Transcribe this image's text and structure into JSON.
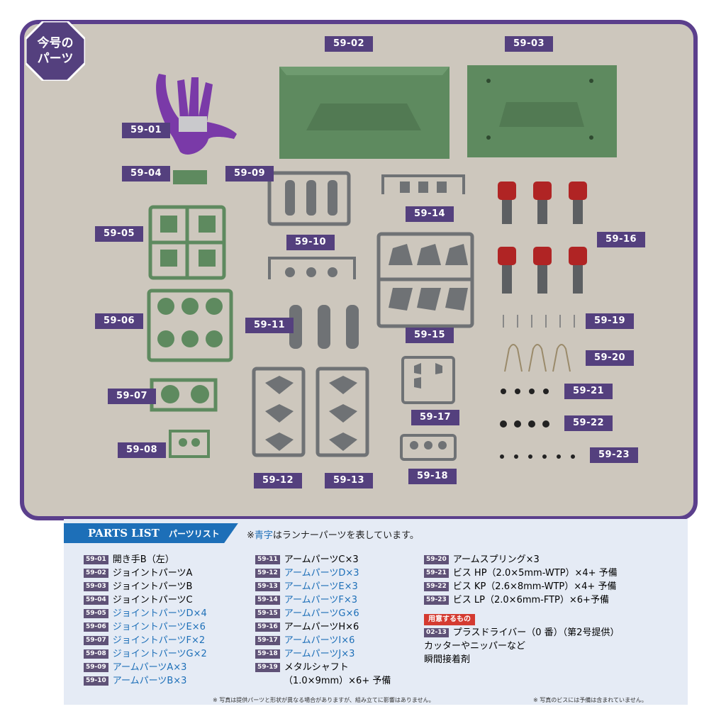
{
  "badge": {
    "line1": "今号の",
    "line2": "パーツ"
  },
  "photo_tags": [
    {
      "id": "59-01"
    },
    {
      "id": "59-02"
    },
    {
      "id": "59-03"
    },
    {
      "id": "59-04"
    },
    {
      "id": "59-05"
    },
    {
      "id": "59-06"
    },
    {
      "id": "59-07"
    },
    {
      "id": "59-08"
    },
    {
      "id": "59-09"
    },
    {
      "id": "59-10"
    },
    {
      "id": "59-11"
    },
    {
      "id": "59-12"
    },
    {
      "id": "59-13"
    },
    {
      "id": "59-14"
    },
    {
      "id": "59-15"
    },
    {
      "id": "59-16"
    },
    {
      "id": "59-17"
    },
    {
      "id": "59-18"
    },
    {
      "id": "59-19"
    },
    {
      "id": "59-20"
    },
    {
      "id": "59-21"
    },
    {
      "id": "59-22"
    },
    {
      "id": "59-23"
    }
  ],
  "parts_list": {
    "heading_en": "PARTS LIST",
    "heading_jp": "パーツリスト",
    "note_prefix": "※",
    "note_blue": "青字",
    "note_rest": "はランナーパーツを表しています。",
    "col1": [
      {
        "code": "59-01",
        "text": "開き手B（左）",
        "blue": false
      },
      {
        "code": "59-02",
        "text": "ジョイントパーツA",
        "blue": false
      },
      {
        "code": "59-03",
        "text": "ジョイントパーツB",
        "blue": false
      },
      {
        "code": "59-04",
        "text": "ジョイントパーツC",
        "blue": false
      },
      {
        "code": "59-05",
        "text": "ジョイントパーツD×4",
        "blue": true
      },
      {
        "code": "59-06",
        "text": "ジョイントパーツE×6",
        "blue": true
      },
      {
        "code": "59-07",
        "text": "ジョイントパーツF×2",
        "blue": true
      },
      {
        "code": "59-08",
        "text": "ジョイントパーツG×2",
        "blue": true
      },
      {
        "code": "59-09",
        "text": "アームパーツA×3",
        "blue": true
      },
      {
        "code": "59-10",
        "text": "アームパーツB×3",
        "blue": true
      }
    ],
    "col2": [
      {
        "code": "59-11",
        "text": "アームパーツC×3",
        "blue": false
      },
      {
        "code": "59-12",
        "text": "アームパーツD×3",
        "blue": true
      },
      {
        "code": "59-13",
        "text": "アームパーツE×3",
        "blue": true
      },
      {
        "code": "59-14",
        "text": "アームパーツF×3",
        "blue": true
      },
      {
        "code": "59-15",
        "text": "アームパーツG×6",
        "blue": true
      },
      {
        "code": "59-16",
        "text": "アームパーツH×6",
        "blue": false
      },
      {
        "code": "59-17",
        "text": "アームパーツI×6",
        "blue": true
      },
      {
        "code": "59-18",
        "text": "アームパーツJ×3",
        "blue": true
      },
      {
        "code": "59-19",
        "text": "メタルシャフト",
        "blue": false
      }
    ],
    "col2_cont": "（1.0×9mm）×6+ 予備",
    "col3": [
      {
        "code": "59-20",
        "text": "アームスプリング×3"
      },
      {
        "code": "59-21",
        "text": "ビス HP（2.0×5mm-WTP）×4+ 予備"
      },
      {
        "code": "59-22",
        "text": "ビス KP（2.6×8mm-WTP）×4+ 予備"
      },
      {
        "code": "59-23",
        "text": "ビス LP（2.0×6mm-FTP）×6+予備"
      }
    ],
    "required_label": "用意するもの",
    "required": [
      {
        "code": "02-13",
        "text": "プラスドライバー（0 番）（第2号提供）"
      },
      {
        "code": "",
        "text": "カッターやニッパーなど"
      },
      {
        "code": "",
        "text": "瞬間接着剤"
      }
    ]
  },
  "footnotes": {
    "left": "※ 写真は提供パーツと形状が異なる場合がありますが、組み立てに影響はありません。",
    "right": "※ 写真のビスには予備は含まれていません。"
  },
  "colors": {
    "frame": "#5b3f8c",
    "tag": "#54407e",
    "green": "#5e8a5f",
    "runner_gray": "#6f7275",
    "hand_purple": "#7a3aa8",
    "list_bg": "#e5ebf5",
    "heading_blue": "#1d6fb8"
  }
}
